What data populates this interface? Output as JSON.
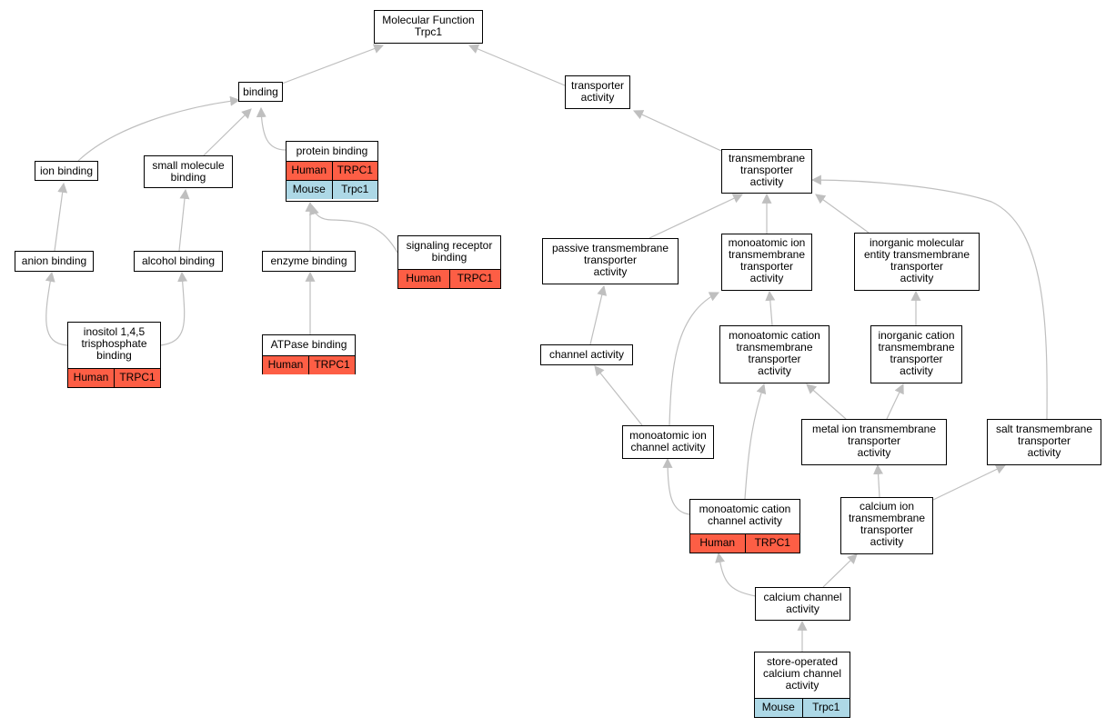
{
  "diagram": {
    "colors": {
      "human": "#fd5e45",
      "mouse": "#add8e6",
      "edge": "#bfbfbf"
    },
    "nodes": {
      "mf": {
        "label": "Molecular Function\nTrpc1"
      },
      "binding": {
        "label": "binding"
      },
      "transporter": {
        "label": "transporter\nactivity"
      },
      "ion_binding": {
        "label": "ion binding"
      },
      "small_molecule": {
        "label": "small molecule\nbinding"
      },
      "protein_binding": {
        "label": "protein binding",
        "rows": [
          {
            "species": "Human",
            "gene": "TRPC1"
          },
          {
            "species": "Mouse",
            "gene": "Trpc1"
          }
        ]
      },
      "tm_transporter": {
        "label": "transmembrane\ntransporter\nactivity"
      },
      "anion_binding": {
        "label": "anion binding"
      },
      "alcohol_binding": {
        "label": "alcohol binding"
      },
      "enzyme_binding": {
        "label": "enzyme binding"
      },
      "signaling": {
        "label": "signaling receptor\nbinding",
        "rows": [
          {
            "species": "Human",
            "gene": "TRPC1"
          }
        ]
      },
      "passive_tm": {
        "label": "passive transmembrane\ntransporter\nactivity"
      },
      "monoatomic_ion_tm": {
        "label": "monoatomic ion\ntransmembrane\ntransporter\nactivity"
      },
      "inorganic_mol": {
        "label": "inorganic molecular\nentity transmembrane\ntransporter\nactivity"
      },
      "inositol": {
        "label": "inositol 1,4,5\ntrisphosphate\nbinding",
        "rows": [
          {
            "species": "Human",
            "gene": "TRPC1"
          }
        ]
      },
      "atpase": {
        "label": "ATPase binding",
        "rows": [
          {
            "species": "Human",
            "gene": "TRPC1"
          }
        ]
      },
      "channel": {
        "label": "channel activity"
      },
      "monoatomic_cation_tm": {
        "label": "monoatomic cation\ntransmembrane\ntransporter\nactivity"
      },
      "inorganic_cation": {
        "label": "inorganic cation\ntransmembrane\ntransporter\nactivity"
      },
      "monoatomic_ion_channel": {
        "label": "monoatomic ion\nchannel activity"
      },
      "metal_ion": {
        "label": "metal ion transmembrane\ntransporter\nactivity"
      },
      "salt": {
        "label": "salt transmembrane\ntransporter\nactivity"
      },
      "monoatomic_cation_channel": {
        "label": "monoatomic cation\nchannel activity",
        "rows": [
          {
            "species": "Human",
            "gene": "TRPC1"
          }
        ]
      },
      "calcium_ion": {
        "label": "calcium ion\ntransmembrane\ntransporter\nactivity"
      },
      "calcium_channel": {
        "label": "calcium channel\nactivity"
      },
      "store_operated": {
        "label": "store-operated\ncalcium channel\nactivity",
        "rows": [
          {
            "species": "Mouse",
            "gene": "Trpc1"
          }
        ]
      }
    }
  }
}
